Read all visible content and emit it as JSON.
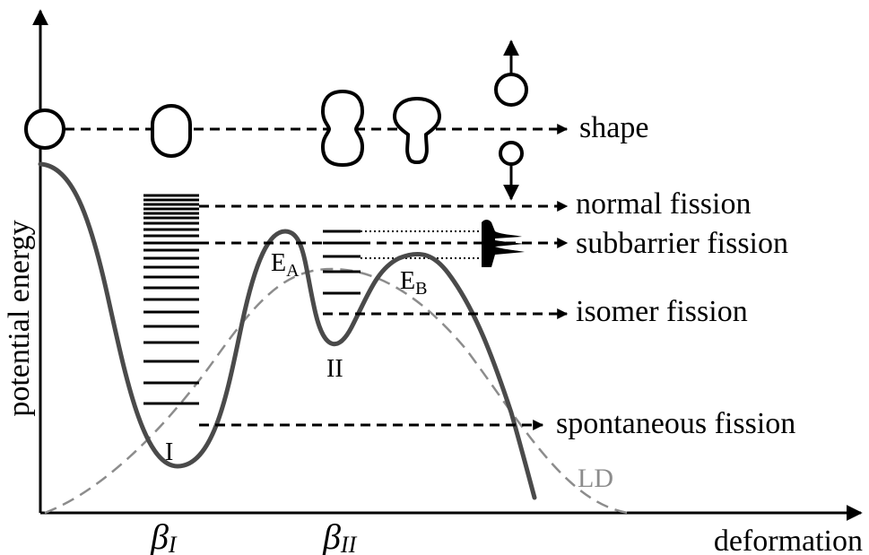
{
  "axes": {
    "y_label": "potential energy",
    "x_label": "deformation"
  },
  "arrows": [
    {
      "id": "shape",
      "label": "shape"
    },
    {
      "id": "normal",
      "label": "normal fission"
    },
    {
      "id": "subbarrier",
      "label": "subbarrier fission"
    },
    {
      "id": "isomer",
      "label": "isomer fission"
    },
    {
      "id": "spontaneous",
      "label": "spontaneous fission"
    }
  ],
  "wells": {
    "first": "I",
    "second": "II"
  },
  "barriers": {
    "a": {
      "letter": "E",
      "sub": "A"
    },
    "b": {
      "letter": "E",
      "sub": "B"
    }
  },
  "deformations": {
    "first": {
      "symbol": "β",
      "sub": "I"
    },
    "second": {
      "symbol": "β",
      "sub": "II"
    }
  },
  "ld_label": "LD",
  "colors": {
    "curve": "#4a4a4a",
    "ld_curve": "#8c8c8c",
    "ink": "#000000"
  }
}
